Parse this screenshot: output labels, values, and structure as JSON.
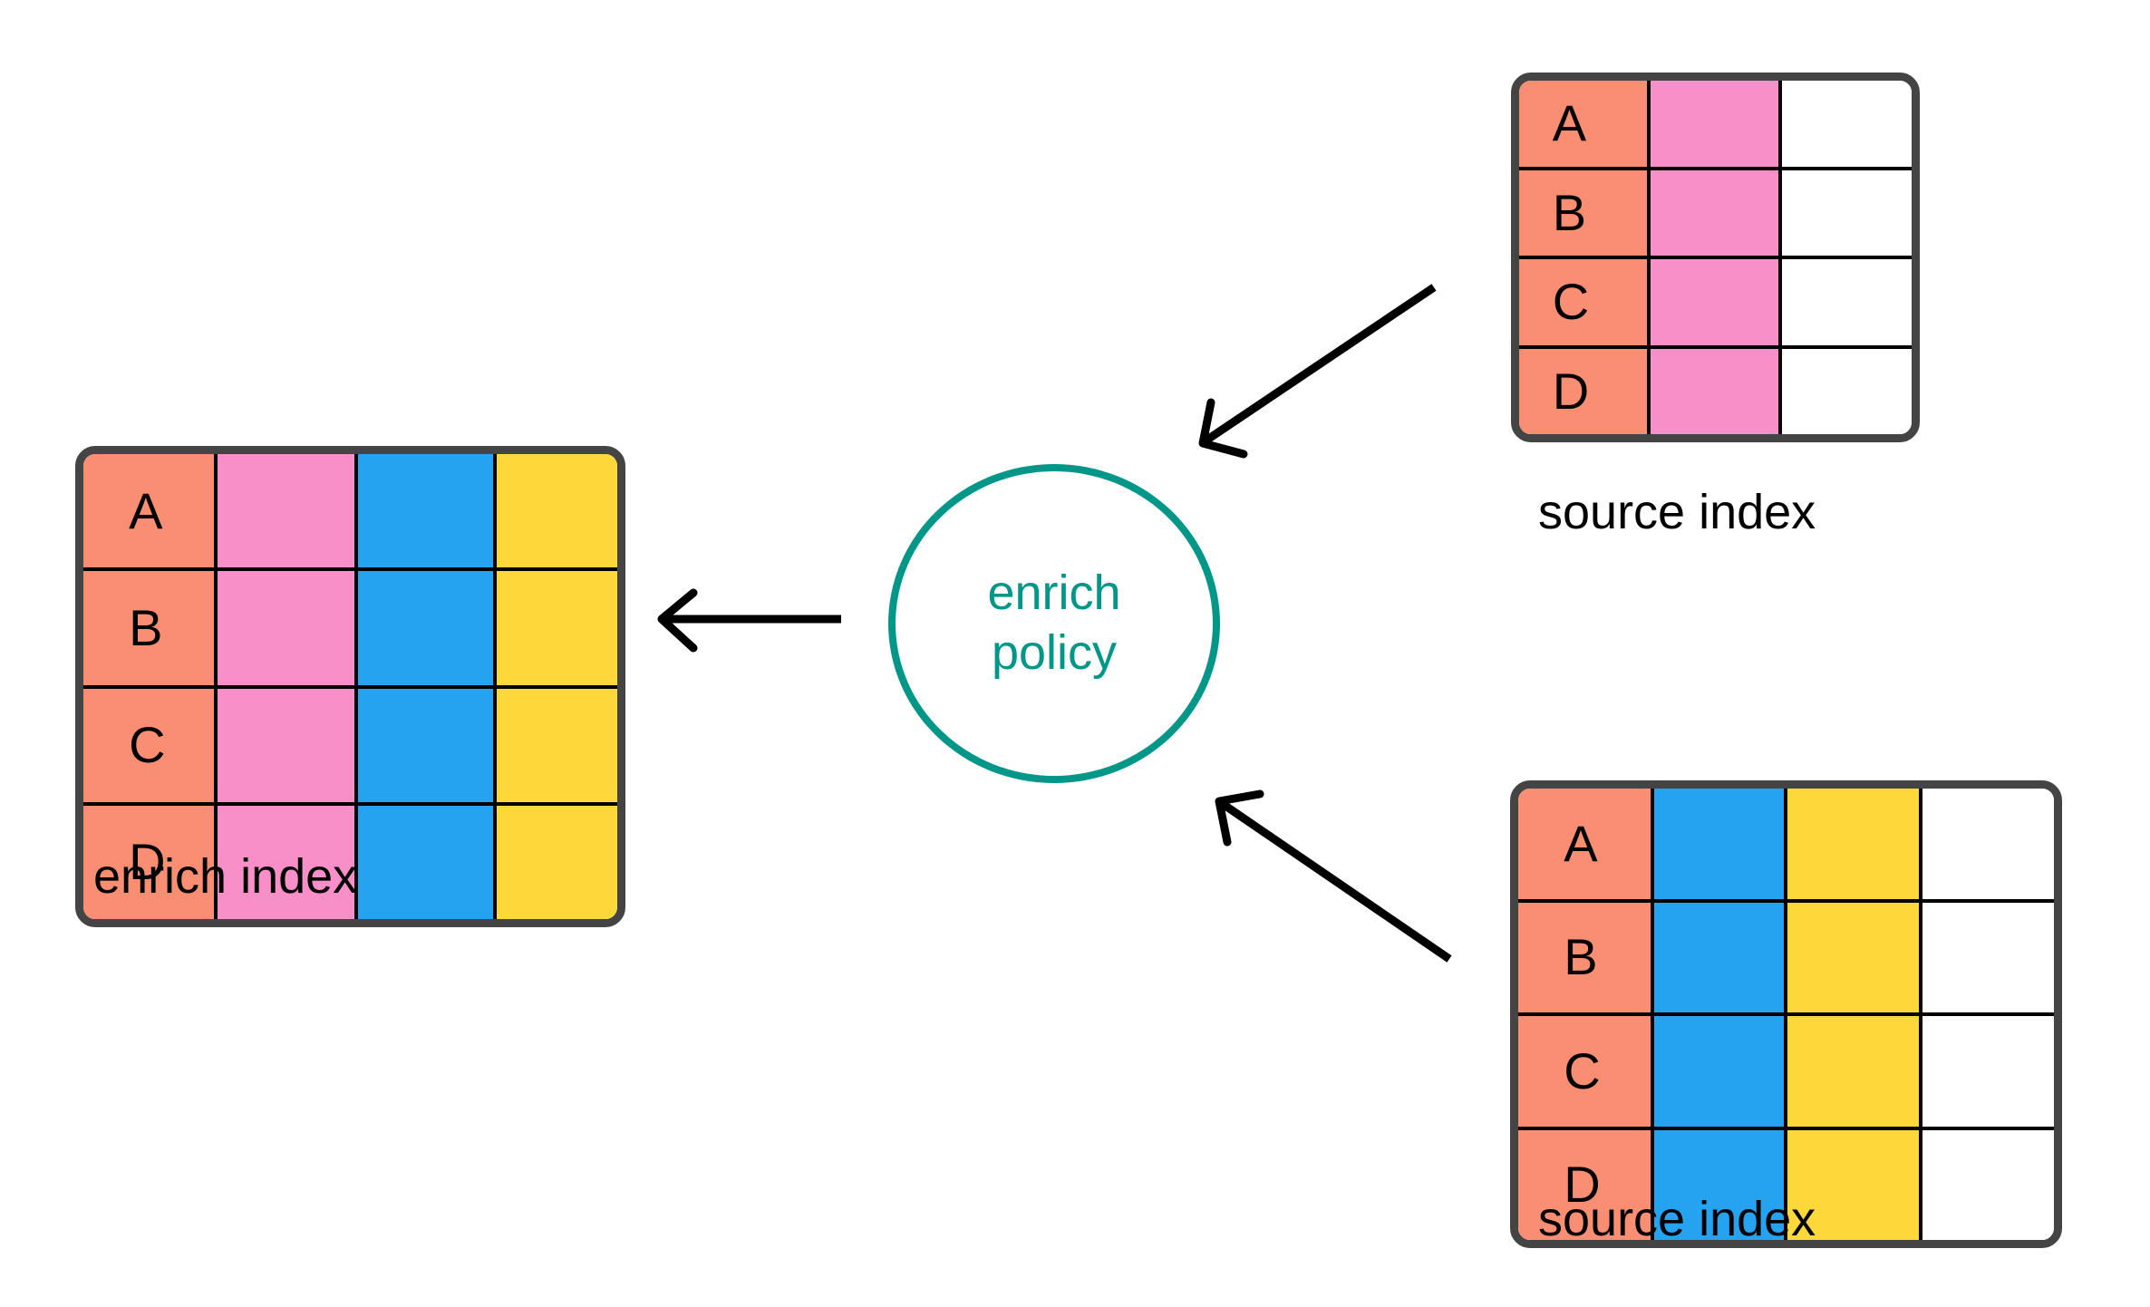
{
  "palette": {
    "key_column": "#FA8E73",
    "pink": "#F98FC8",
    "blue": "#25A3F0",
    "yellow": "#FCD83B",
    "empty": "#FFFFFF",
    "table_border": "#444444",
    "cell_line": "#000000",
    "accent_teal": "#009688",
    "arrow": "#000000",
    "background": "#FFFFFF"
  },
  "enrich_index": {
    "caption": "enrich index",
    "row_keys": [
      "A",
      "B",
      "C",
      "D"
    ],
    "columns": [
      "key",
      "pink",
      "blue",
      "yellow"
    ],
    "rows": [
      {
        "key": "A",
        "cells": [
          "#FA8E73",
          "#F98FC8",
          "#25A3F0",
          "#FCD83B"
        ]
      },
      {
        "key": "B",
        "cells": [
          "#FA8E73",
          "#F98FC8",
          "#25A3F0",
          "#FCD83B"
        ]
      },
      {
        "key": "C",
        "cells": [
          "#FA8E73",
          "#F98FC8",
          "#25A3F0",
          "#FCD83B"
        ]
      },
      {
        "key": "D",
        "cells": [
          "#FA8E73",
          "#F98FC8",
          "#25A3F0",
          "#FCD83B"
        ]
      }
    ]
  },
  "source_index_top": {
    "caption": "source index",
    "row_keys": [
      "A",
      "B",
      "C",
      "D"
    ],
    "columns": [
      "key",
      "pink",
      "empty"
    ],
    "rows": [
      {
        "key": "A",
        "cells": [
          "#FA8E73",
          "#F98FC8",
          "#FFFFFF"
        ]
      },
      {
        "key": "B",
        "cells": [
          "#FA8E73",
          "#F98FC8",
          "#FFFFFF"
        ]
      },
      {
        "key": "C",
        "cells": [
          "#FA8E73",
          "#F98FC8",
          "#FFFFFF"
        ]
      },
      {
        "key": "D",
        "cells": [
          "#FA8E73",
          "#F98FC8",
          "#FFFFFF"
        ]
      }
    ]
  },
  "source_index_bottom": {
    "caption": "source index",
    "row_keys": [
      "A",
      "B",
      "C",
      "D"
    ],
    "columns": [
      "key",
      "blue",
      "yellow",
      "empty"
    ],
    "rows": [
      {
        "key": "A",
        "cells": [
          "#FA8E73",
          "#25A3F0",
          "#FCD83B",
          "#FFFFFF"
        ]
      },
      {
        "key": "B",
        "cells": [
          "#FA8E73",
          "#25A3F0",
          "#FCD83B",
          "#FFFFFF"
        ]
      },
      {
        "key": "C",
        "cells": [
          "#FA8E73",
          "#25A3F0",
          "#FCD83B",
          "#FFFFFF"
        ]
      },
      {
        "key": "D",
        "cells": [
          "#FA8E73",
          "#25A3F0",
          "#FCD83B",
          "#FFFFFF"
        ]
      }
    ]
  },
  "policy": {
    "line1": "enrich",
    "line2": "policy"
  },
  "arrows": [
    {
      "name": "arrow-top-source-to-policy",
      "from": "source index (top)",
      "to": "enrich policy"
    },
    {
      "name": "arrow-bottom-source-to-policy",
      "from": "source index (bottom)",
      "to": "enrich policy"
    },
    {
      "name": "arrow-policy-to-enrich-index",
      "from": "enrich policy",
      "to": "enrich index"
    }
  ]
}
